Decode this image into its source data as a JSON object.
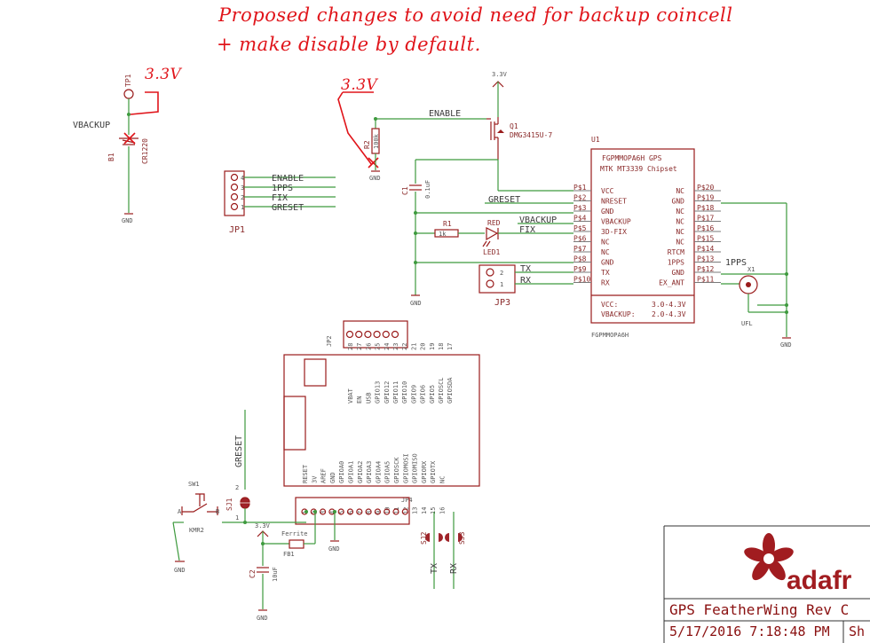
{
  "annotation": {
    "line1": "Proposed changes to avoid need for backup coincell",
    "line2": "+ make disable by default.",
    "v1": "3.3V",
    "v2": "3.3V"
  },
  "battery": {
    "tp": "TP1",
    "net": "VBACKUP",
    "ref": "B1",
    "part": "CR1220",
    "gnd": "GND"
  },
  "jp1": {
    "ref": "JP1",
    "pins": [
      "4",
      "3",
      "2",
      "1"
    ],
    "nets": [
      "ENABLE",
      "1PPS",
      "FIX",
      "GRESET"
    ]
  },
  "enable_ckt": {
    "r2": "R2",
    "r2_val": "100k",
    "gnd": "GND",
    "net": "ENABLE",
    "supply": "3.3V",
    "q1": "Q1",
    "q1_part": "DMG3415U-7",
    "c1": "C1",
    "c1_val": "0.1uF",
    "gnd2": "GND"
  },
  "led_ckt": {
    "r1": "R1",
    "r1_val": "1k",
    "led_col": "RED",
    "led": "LED1",
    "vbackup": "VBACKUP",
    "fix": "FIX",
    "greset": "GRESET"
  },
  "jp3": {
    "ref": "JP3",
    "pins": [
      "2",
      "1"
    ],
    "nets": [
      "TX",
      "RX"
    ]
  },
  "u1": {
    "ref": "U1",
    "title": "FGPMMOPA6H GPS",
    "subtitle": "MTK MT3339 Chipset",
    "part": "FGPMMOPA6H",
    "left_pins": [
      "P$1",
      "P$2",
      "P$3",
      "P$4",
      "P$5",
      "P$6",
      "P$7",
      "P$8",
      "P$9",
      "P$10"
    ],
    "left_names": [
      "VCC",
      "NRESET",
      "GND",
      "VBACKUP",
      "3D-FIX",
      "NC",
      "NC",
      "GND",
      "TX",
      "RX"
    ],
    "right_names": [
      "NC",
      "GND",
      "NC",
      "NC",
      "NC",
      "NC",
      "RTCM",
      "1PPS",
      "GND",
      "EX_ANT"
    ],
    "right_pins": [
      "P$20",
      "P$19",
      "P$18",
      "P$17",
      "P$16",
      "P$15",
      "P$14",
      "P$13",
      "P$12",
      "P$11"
    ],
    "vcc_label": "VCC:",
    "vcc_range": "3.0-4.3V",
    "vb_label": "VBACKUP:",
    "vb_range": "2.0-4.3V"
  },
  "antenna": {
    "pps": "1PPS",
    "ref": "X1",
    "part": "UFL",
    "gnd": "GND"
  },
  "feather": {
    "top_header": "JP2",
    "top_pins": [
      "28",
      "27",
      "26",
      "25",
      "24",
      "23",
      "22",
      "21",
      "20",
      "19",
      "18",
      "17"
    ],
    "top_names": [
      "VBAT",
      "EN",
      "USB",
      "GPIO13",
      "GPIO12",
      "GPIO11",
      "GPIO10",
      "GPIO9",
      "GPIO6",
      "GPIO5",
      "GPIOSCL",
      "GPIOSDA"
    ],
    "bot_pins": [
      "1",
      "2",
      "3",
      "4",
      "5",
      "6",
      "7",
      "8",
      "9",
      "10",
      "11",
      "12",
      "13",
      "14",
      "15",
      "16"
    ],
    "bot_names": [
      "RESET",
      "3V",
      "AREF",
      "GND",
      "GPIOA0",
      "GPIOA1",
      "GPIOA2",
      "GPIOA3",
      "GPIOA4",
      "GPIOA5",
      "GPIOSCK",
      "GPIOMOSI",
      "GPIOMISO",
      "GPIORX",
      "GPIOTX",
      "NC"
    ],
    "bot_header": "JP4"
  },
  "reset_ckt": {
    "greset": "GRESET",
    "sj1": "SJ1",
    "sw1": "SW1",
    "kmr2": "KMR2",
    "sw_a": "A",
    "sw_b": "B",
    "gnd": "GND",
    "pin2": "2",
    "pin1": "1",
    "v33": "3.3V",
    "ferrite": "Ferrite",
    "fb1": "FB1",
    "c2": "C2",
    "c2_val": "10uF",
    "gnd2": "GND",
    "gnd3": "GND",
    "sj2": "SJ2",
    "sj3": "SJ3",
    "tx": "TX",
    "rx": "RX"
  },
  "title_block": {
    "name": "GPS FeatherWing Rev C",
    "date": "5/17/2016 7:18:48 PM",
    "sheet": "Sh",
    "logo_text": "adafr"
  },
  "colors": {
    "wire": "#3e9a3e",
    "part": "#9a1c1c",
    "text": "#8a2a2a",
    "pin": "#6b6b6b",
    "annot": "#e0141a",
    "jumper": "#a0242a"
  }
}
